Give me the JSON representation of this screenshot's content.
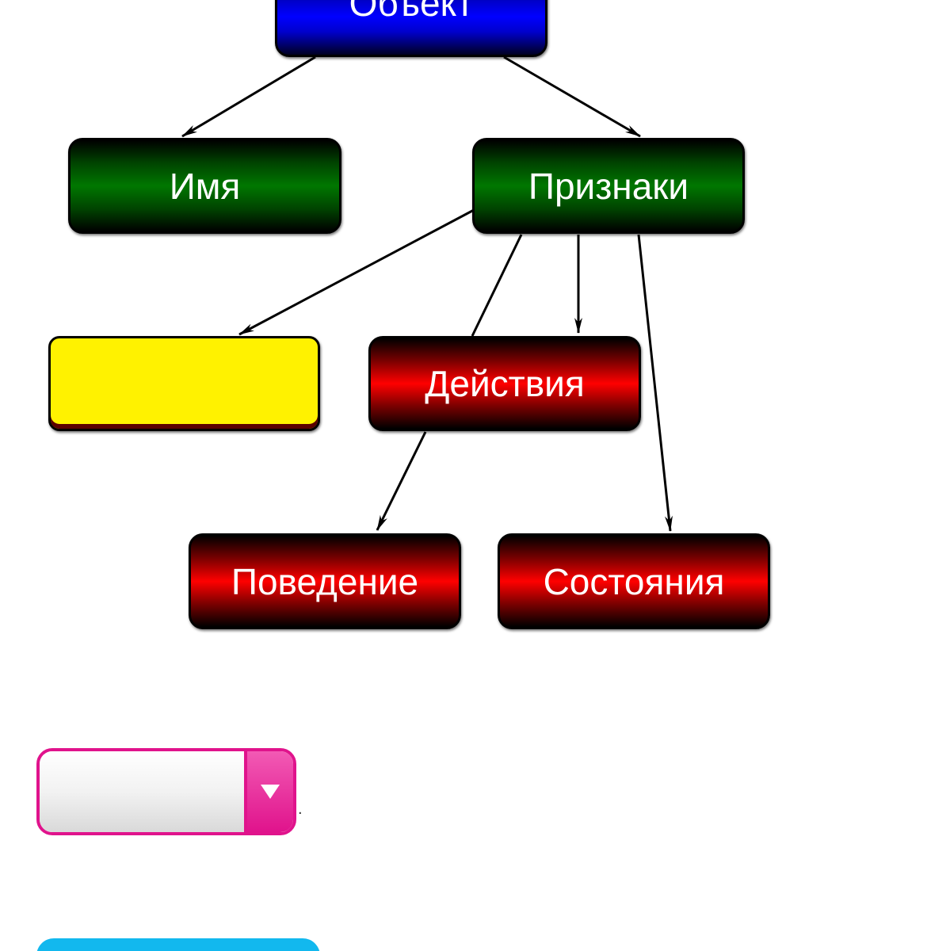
{
  "diagram": {
    "nodes": {
      "object": "Объект",
      "name": "Имя",
      "features": "Признаки",
      "blank": "",
      "actions": "Действия",
      "behavior": "Поведение",
      "states": "Состояния"
    }
  },
  "controls": {
    "dropdown_value": "",
    "trailing_mark": "."
  },
  "colors": {
    "node_blue": "#0000ff",
    "node_green": "#007700",
    "node_red": "#ff0000",
    "node_yellow": "#fff200",
    "dropdown_accent": "#e0138c",
    "bottom_button": "#12b8ee"
  }
}
